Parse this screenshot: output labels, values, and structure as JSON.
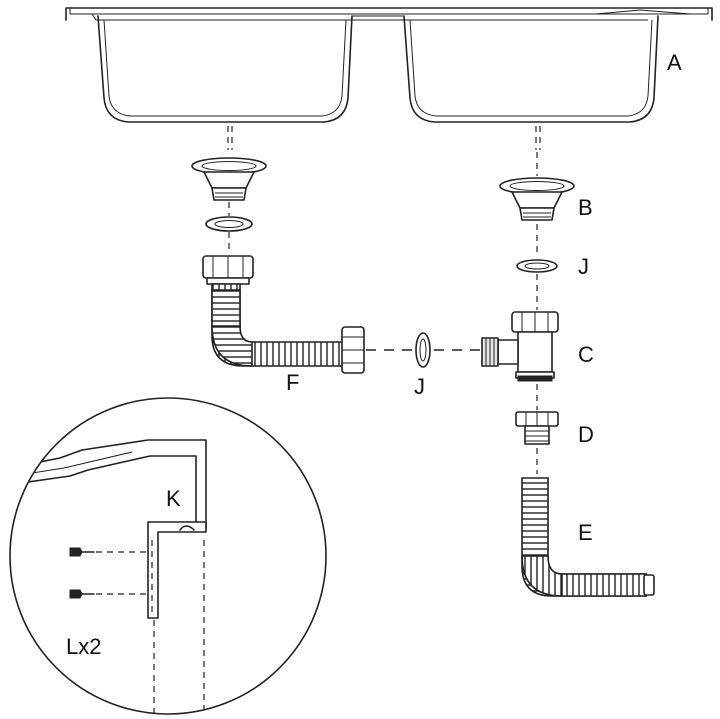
{
  "labels": {
    "A": "A",
    "B": "B",
    "J_top": "J",
    "C": "C",
    "D": "D",
    "E": "E",
    "F": "F",
    "J_mid": "J",
    "K": "K",
    "L": "Lx2"
  }
}
